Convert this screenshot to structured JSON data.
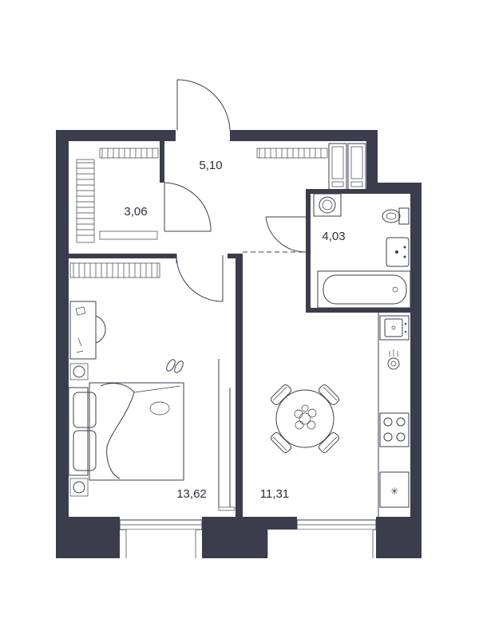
{
  "plan": {
    "wall_color": "#3b3d4d",
    "line_color": "#3b3d4d",
    "rooms": [
      {
        "id": "hall",
        "area": "5,10"
      },
      {
        "id": "storage",
        "area": "3,06"
      },
      {
        "id": "bathroom",
        "area": "4,03"
      },
      {
        "id": "bedroom",
        "area": "13,62"
      },
      {
        "id": "kitchen",
        "area": "11,31"
      }
    ],
    "icons": [
      "wardrobe-icon",
      "toilet-icon",
      "sink-icon",
      "bathtub-icon",
      "washing-machine-icon",
      "bed-icon",
      "pillow-icon",
      "desk-icon",
      "chair-icon",
      "slippers-icon",
      "plant-icon",
      "stove-icon",
      "kitchen-sink-icon",
      "dining-table-icon",
      "dining-chair-icon",
      "fridge-icon",
      "window-icon",
      "door-icon"
    ]
  }
}
